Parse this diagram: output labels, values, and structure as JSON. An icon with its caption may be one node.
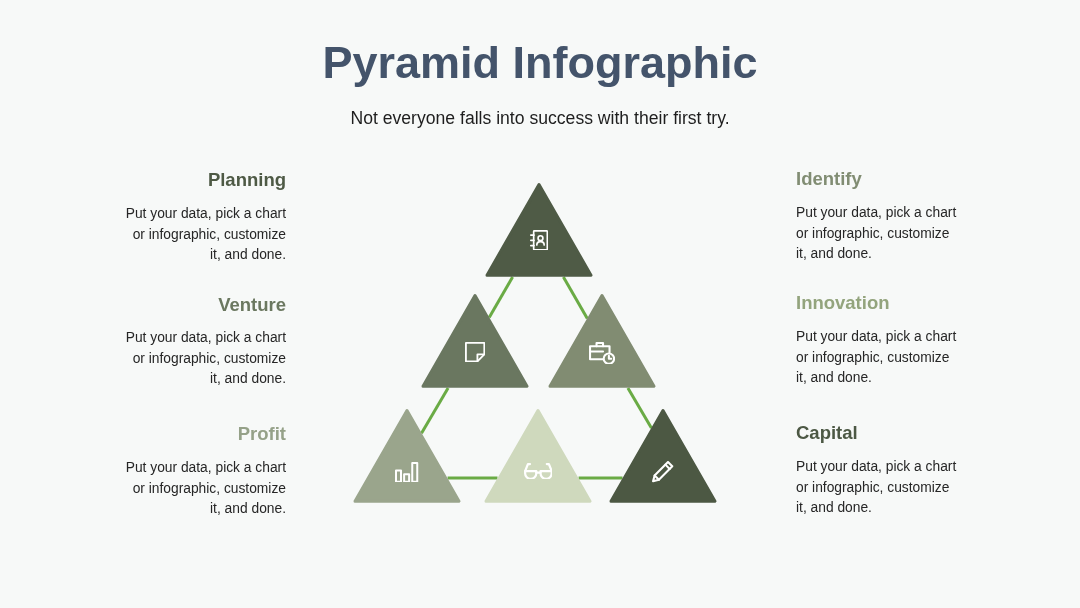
{
  "diagram": {
    "title": "Pyramid Infographic",
    "nodes": [
      {
        "text": [],
        "shape": "triangle"
      },
      {
        "text": [],
        "shape": "triangle"
      },
      {
        "text": [],
        "shape": "triangle"
      },
      {
        "text": [],
        "shape": "triangle"
      },
      {
        "text": [],
        "shape": "triangle"
      },
      {
        "text": [],
        "shape": "triangle"
      }
    ],
    "edges": [
      {
        "from": 0,
        "to": 1,
        "arrow": "none"
      },
      {
        "from": 0,
        "to": 2,
        "arrow": "none"
      },
      {
        "from": 1,
        "to": 3,
        "arrow": "none"
      },
      {
        "from": 2,
        "to": 5,
        "arrow": "none"
      },
      {
        "from": 3,
        "to": 4,
        "arrow": "none"
      },
      {
        "from": 4,
        "to": 5,
        "arrow": "none"
      }
    ],
    "labels": [
      "Not everyone falls into success with their first try.",
      "Planning",
      "Put your data, pick a chart or infographic, customize it, and done.",
      "Identify",
      "Put your data, pick a chart or infographic, customize it, and done.",
      "Venture",
      "Put your data, pick a chart or infographic, customize it, and done.",
      "Innovation",
      "Put your data, pick a chart or infographic, customize it, and done.",
      "Profit",
      "Put your data, pick a chart or infographic, customize it, and done.",
      "Capital",
      "Put your data, pick a chart or infographic, customize it, and done."
    ]
  }
}
